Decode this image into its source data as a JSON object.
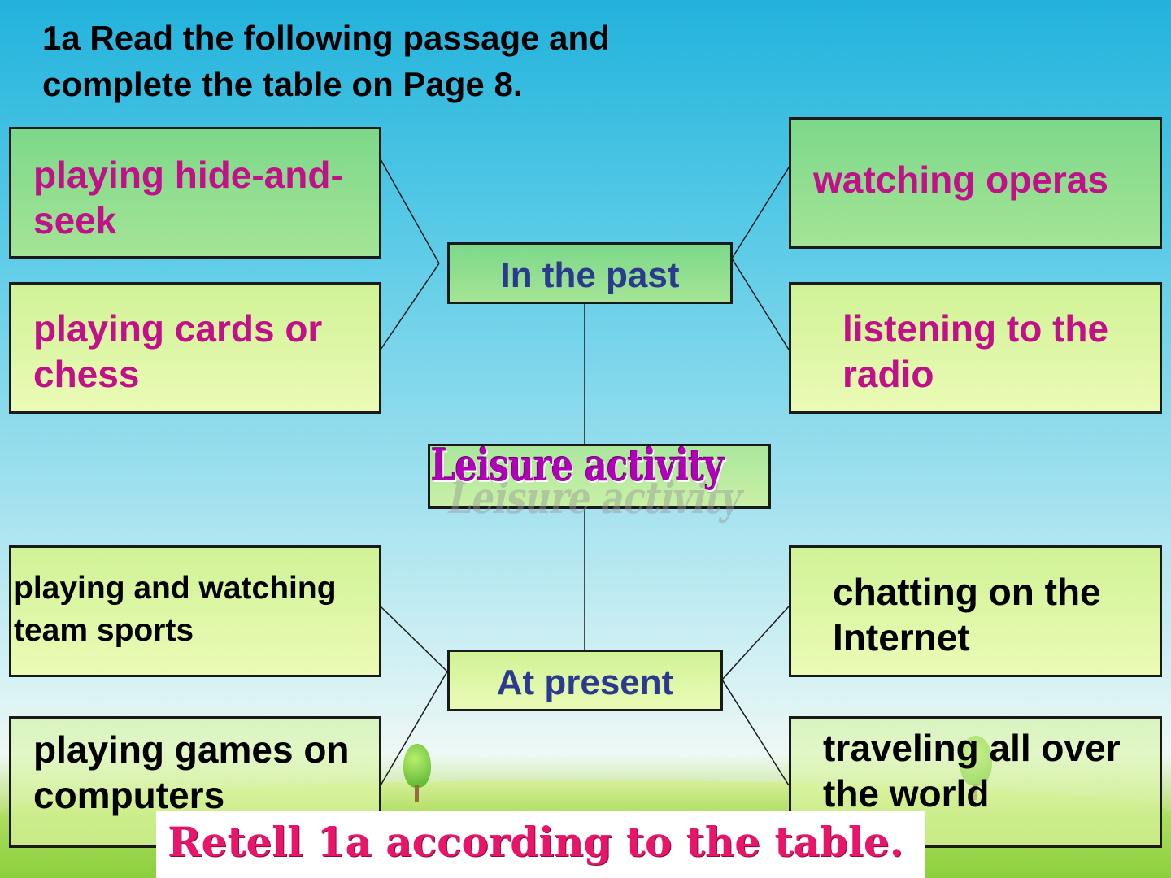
{
  "instruction": {
    "line1": "1a Read the following passage and",
    "line2": "complete the table on Page 8."
  },
  "center_label": "Leisure activity",
  "hubs": {
    "past": "In the past",
    "present": "At present"
  },
  "past_items": {
    "top_left": {
      "line1": "playing hide-and-",
      "line2": "seek"
    },
    "bottom_left": {
      "line1": "playing cards or",
      "line2": "chess"
    },
    "top_right": {
      "line1": "watching operas"
    },
    "bottom_right": {
      "line1": "listening to the",
      "line2": "radio"
    }
  },
  "present_items": {
    "top_left": {
      "line1": "playing and watching",
      "line2": "team sports"
    },
    "bottom_left": {
      "line1": "playing games on",
      "line2": "computers"
    },
    "top_right": {
      "line1": "chatting on the",
      "line2": "Internet"
    },
    "bottom_right": {
      "line1": "traveling all over",
      "line2": "the world"
    }
  },
  "banner": "Retell 1a according to the table.",
  "colors": {
    "answer_text": "#c2108a",
    "hub_text": "#2b3a8e",
    "center_text": "#b000b8",
    "banner_text": "#e8156a"
  }
}
